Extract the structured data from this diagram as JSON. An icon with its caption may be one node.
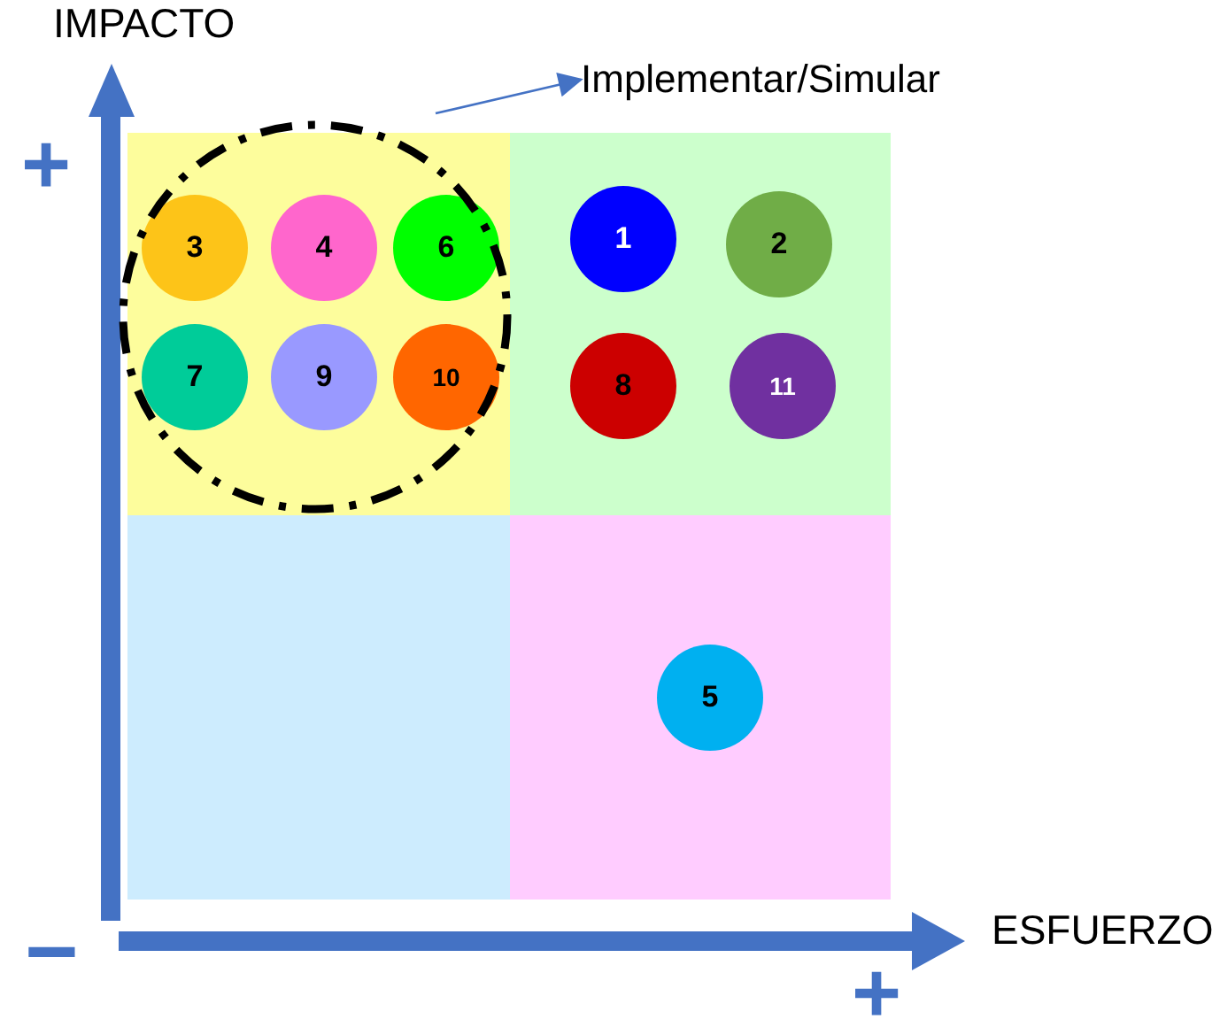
{
  "diagram": {
    "nodes": [
      {
        "text": [
          "Implementar/Simular"
        ]
      },
      {
        "text": [],
        "shape": "circle"
      },
      {
        "text": [],
        "shape": "box"
      },
      {
        "text": [
          "3"
        ],
        "in": 2
      },
      {
        "text": [
          "4"
        ],
        "in": 2
      },
      {
        "text": [
          "6"
        ],
        "in": 2
      },
      {
        "text": [
          "7"
        ],
        "in": 2
      },
      {
        "text": [
          "9"
        ],
        "in": 2
      },
      {
        "text": [
          "10"
        ],
        "in": 2
      },
      {
        "text": [],
        "shape": "box"
      },
      {
        "text": [
          "1"
        ],
        "in": 9
      },
      {
        "text": [
          "2"
        ],
        "in": 9
      },
      {
        "text": [
          "8"
        ],
        "in": 9
      },
      {
        "text": [
          "11"
        ],
        "in": 9
      },
      {
        "text": [],
        "shape": "box"
      },
      {
        "text": [],
        "shape": "box"
      },
      {
        "text": [
          "5"
        ],
        "in": 15
      }
    ],
    "edges": [
      {
        "from": 1,
        "to": 0,
        "arrow": "to"
      }
    ],
    "labels": [
      "IMPACTO",
      "+",
      "−",
      "ESFUERZO",
      "+"
    ]
  }
}
